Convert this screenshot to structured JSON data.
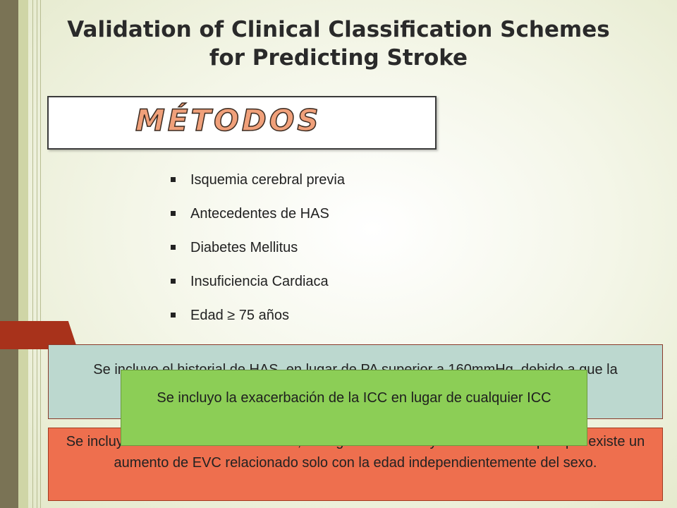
{
  "slide": {
    "title_line1": "Validation of Clinical Classification Schemes",
    "title_line2": "for Predicting Stroke",
    "section_heading": "MÉTODOS",
    "bullets": [
      "Isquemia cerebral previa",
      "Antecedentes de HAS",
      "Diabetes Mellitus",
      "Insuficiencia Cardiaca",
      "Edad ≥ 75 años"
    ],
    "note_teal": "Se incluyo el historial de HAS, en lugar de PA superior a 160mmHg, debido a que la hipertensión es un factor de riesgo importante de EVC.",
    "note_orange": "Se incluyo la edad de 75 años o más, en lugar de la edad y sexo femenino por que existe un aumento de EVC relacionado solo con la edad independientemente del sexo.",
    "note_green": "Se incluyo la exacerbación de la ICC  en lugar de cualquier ICC"
  },
  "colors": {
    "teal_box": "#bcd8cf",
    "orange_box": "#ee6f4e",
    "green_box": "#8cce56",
    "accent_tab": "#a8321b"
  }
}
